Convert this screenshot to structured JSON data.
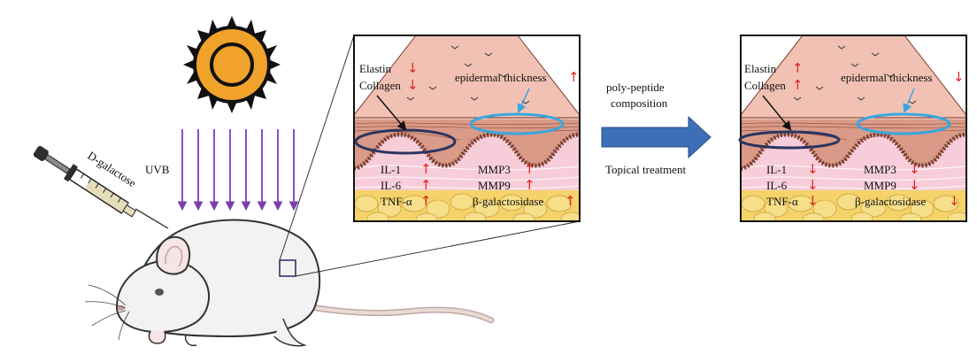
{
  "labels": {
    "injection": "D-galactose",
    "uvb": "UVB",
    "treatment_top": "poly-peptide",
    "treatment_bottom": "composition",
    "treatment_note": "Topical treatment"
  },
  "panels": [
    {
      "elastin": "Elastin",
      "elastin_arrow": "↓",
      "collagen": "Collagen",
      "collagen_arrow": "↓",
      "epidermal": "epidermal thickness",
      "epidermal_arrow": "↑",
      "markers": [
        {
          "name": "IL-1",
          "arrow": "↑"
        },
        {
          "name": "IL-6",
          "arrow": "↑"
        },
        {
          "name": "TNF-α",
          "arrow": "↑"
        },
        {
          "name": "MMP3",
          "arrow": "↑"
        },
        {
          "name": "MMP9",
          "arrow": "↑"
        },
        {
          "name": "β-galactosidase",
          "arrow": "↑"
        }
      ]
    },
    {
      "elastin": "Elastin",
      "elastin_arrow": "↑",
      "collagen": "Collagen",
      "collagen_arrow": "↑",
      "epidermal": "epidermal thickness",
      "epidermal_arrow": "↓",
      "markers": [
        {
          "name": "IL-1",
          "arrow": "↓"
        },
        {
          "name": "IL-6",
          "arrow": "↓"
        },
        {
          "name": "TNF-α",
          "arrow": "↓"
        },
        {
          "name": "MMP3",
          "arrow": "↓"
        },
        {
          "name": "MMP9",
          "arrow": "↓"
        },
        {
          "name": "β-galactosidase",
          "arrow": "↓"
        }
      ]
    }
  ],
  "colors": {
    "sun_rays": "#1a1a1a",
    "sun_body": "#f0a22a",
    "uv_arrows": "#7b3fb3",
    "epidermis": "#f1c2b3",
    "dermis": "#f6cdd8",
    "fat": "#f5d26a",
    "ellipse_dark": "#2b3560",
    "ellipse_blue": "#3aa7dd",
    "big_arrow": "#3d6fb6",
    "red_arrow": "#e32222"
  }
}
